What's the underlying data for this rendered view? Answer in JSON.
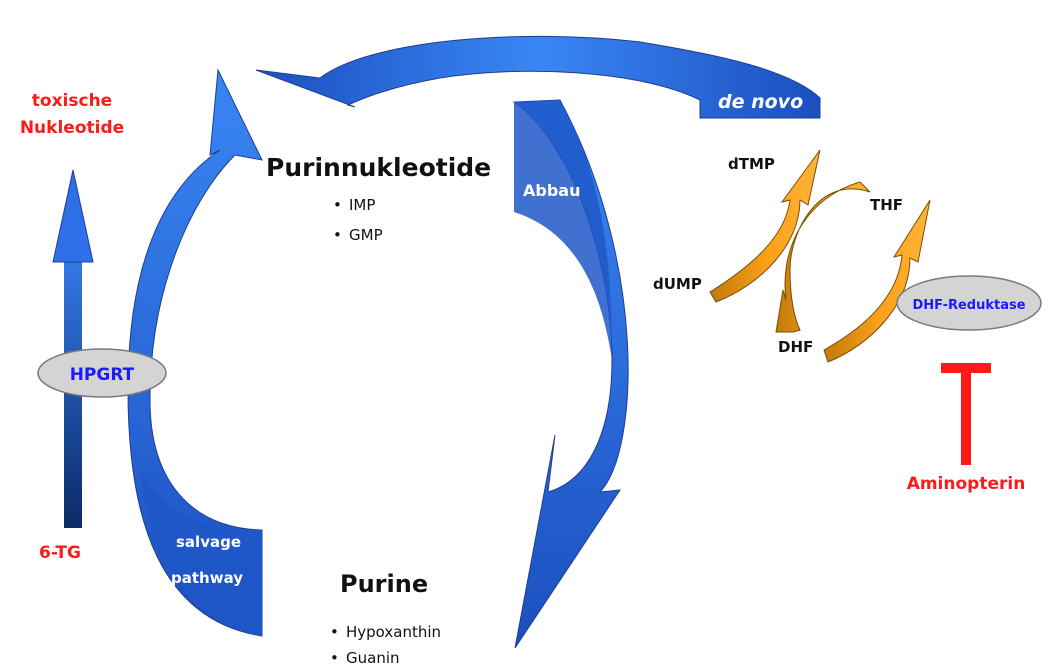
{
  "labels": {
    "toxic_line1": "toxische",
    "toxic_line2": "Nukleotide",
    "six_tg": "6-TG",
    "hpgrt": "HPGRT",
    "salvage_line1": "salvage",
    "salvage_line2": "pathway",
    "abbau": "Abbau",
    "de_novo": "de novo",
    "purinnukleotide": "Purinnukleotide",
    "purinnukleotide_items": [
      "IMP",
      "GMP"
    ],
    "purine": "Purine",
    "purine_items": [
      "Hypoxanthin",
      "Guanin"
    ],
    "dtmp": "dTMP",
    "dump": "dUMP",
    "dhf": "DHF",
    "thf": "THF",
    "dhf_reduktase": "DHF-Reduktase",
    "aminopterin": "Aminopterin"
  },
  "colors": {
    "arrow_blue": "#2f6fe8",
    "arrow_dark_blue": "#0b2f75",
    "orange_light": "#ffa21a",
    "orange_dark": "#c9830f",
    "red": "#ff1a1a",
    "ellipse_fill": "#d4d4d4",
    "enzyme_text": "#1a1aff"
  },
  "bullet": "•"
}
